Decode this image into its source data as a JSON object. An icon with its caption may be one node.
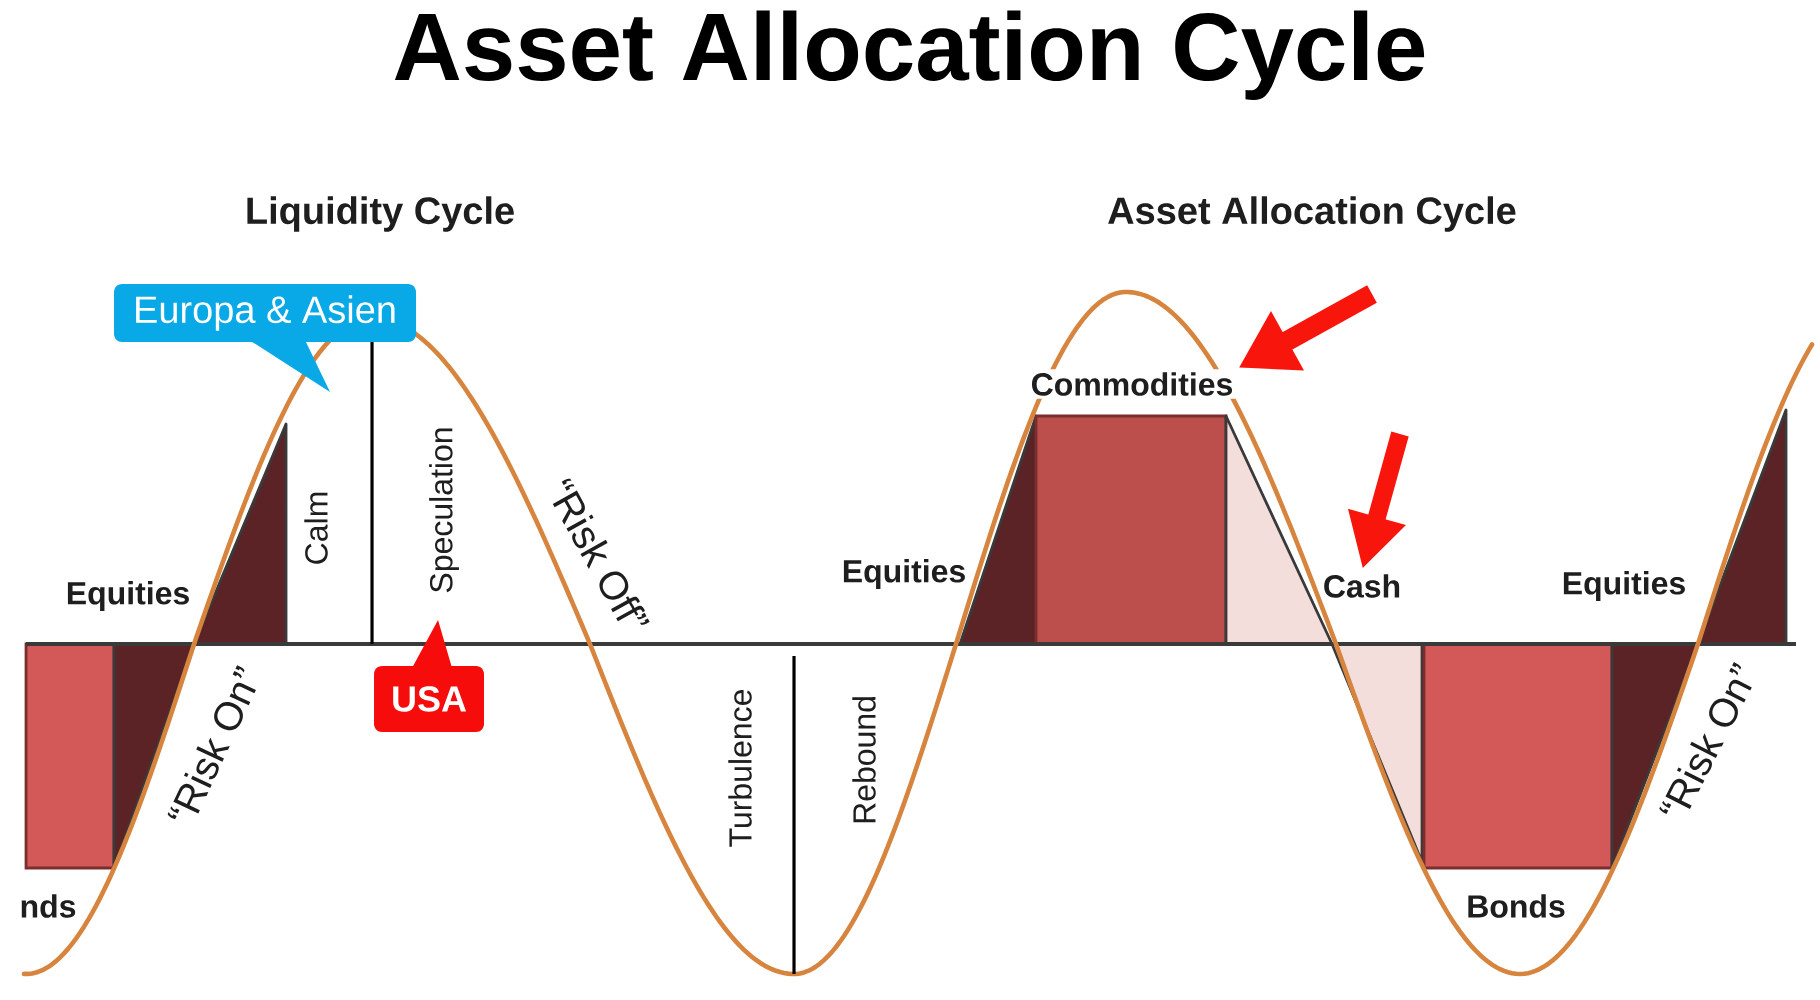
{
  "diagram": {
    "title": "Asset Allocation Cycle",
    "nodes": [
      {
        "text": [
          "Europa & Asien"
        ]
      },
      {
        "text": [
          "Commodities"
        ]
      },
      {
        "text": [
          "Cash"
        ]
      },
      {
        "text": [
          "USA"
        ]
      },
      {
        "text": [],
        "shape": "box"
      },
      {
        "text": [],
        "shape": "triangle"
      },
      {
        "text": [],
        "shape": "triangle"
      },
      {
        "text": [],
        "shape": "triangle"
      },
      {
        "text": [],
        "shape": "box"
      },
      {
        "text": [],
        "shape": "triangle"
      },
      {
        "text": [],
        "shape": "triangle"
      },
      {
        "text": [],
        "shape": "box"
      },
      {
        "text": [],
        "shape": "triangle"
      },
      {
        "text": [],
        "shape": "triangle"
      }
    ],
    "edges": [
      {
        "from": null,
        "to": 1,
        "arrow": "to"
      },
      {
        "from": null,
        "to": 2,
        "arrow": "to"
      }
    ],
    "labels": [
      "Liquidity Cycle",
      "Asset Allocation Cycle",
      "Calm",
      "Speculation",
      "“Risk Off”",
      "Equities",
      "Equities",
      "Equities",
      "“Risk On”",
      "Turbulence",
      "Rebound",
      "“Risk On”",
      "nds",
      "Bonds"
    ]
  }
}
